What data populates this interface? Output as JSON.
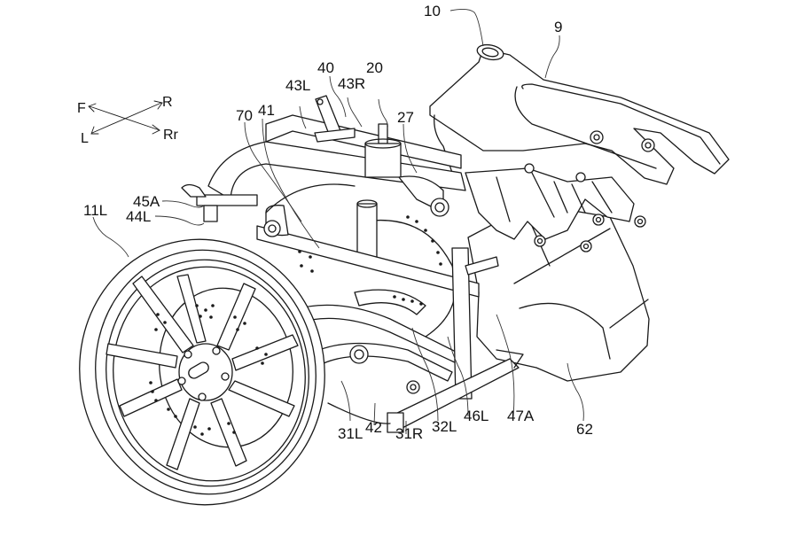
{
  "figure": {
    "type": "patent-drawing",
    "subject": "three-wheeled vehicle front suspension and steering assembly, perspective view",
    "ink_color": "#1a1a1a",
    "background_color": "#ffffff"
  },
  "direction_indicator": {
    "front": "F",
    "rear": "R",
    "left": "L",
    "right_rear": "Rr"
  },
  "reference_labels": [
    {
      "id": "10",
      "text": "10",
      "part": "head-pipe"
    },
    {
      "id": "9",
      "text": "9",
      "part": "main-frame"
    },
    {
      "id": "40",
      "text": "40",
      "part": "bracket"
    },
    {
      "id": "20",
      "text": "20",
      "part": "steering-shaft"
    },
    {
      "id": "43L",
      "text": "43L",
      "part": "left-link-mount"
    },
    {
      "id": "43R",
      "text": "43R",
      "part": "right-link-mount"
    },
    {
      "id": "27",
      "text": "27",
      "part": "steering-member"
    },
    {
      "id": "70",
      "text": "70",
      "part": "cover"
    },
    {
      "id": "41",
      "text": "41",
      "part": "upper-cross-member"
    },
    {
      "id": "45A",
      "text": "45A",
      "part": "left-upper-mount"
    },
    {
      "id": "44L",
      "text": "44L",
      "part": "left-side-member"
    },
    {
      "id": "11L",
      "text": "11L",
      "part": "left-front-wheel"
    },
    {
      "id": "31L",
      "text": "31L",
      "part": "left-lower-arm"
    },
    {
      "id": "42",
      "text": "42",
      "part": "lower-cross-member"
    },
    {
      "id": "31R",
      "text": "31R",
      "part": "right-lower-arm"
    },
    {
      "id": "32L",
      "text": "32L",
      "part": "left-shock"
    },
    {
      "id": "46L",
      "text": "46L",
      "part": "left-frame-pipe"
    },
    {
      "id": "47A",
      "text": "47A",
      "part": "rear-mount"
    },
    {
      "id": "62",
      "text": "62",
      "part": "engine-cover"
    }
  ]
}
